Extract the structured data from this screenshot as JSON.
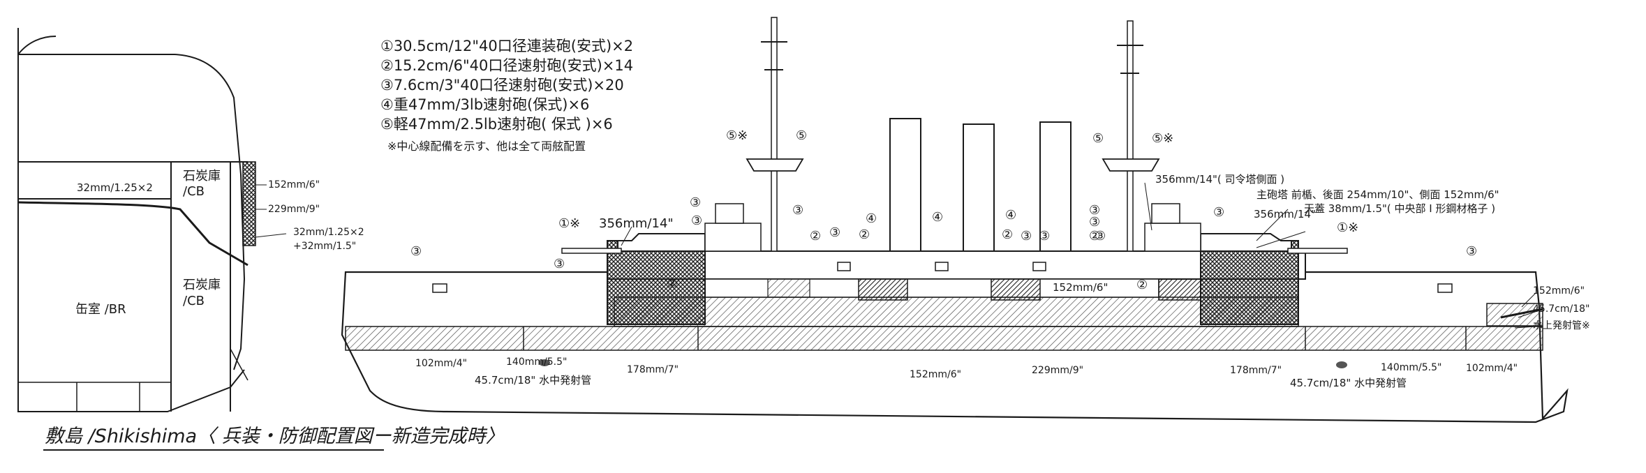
{
  "caption": "敷島 /Shikishima〈 兵装・防御配置図ー新造完成時〉",
  "legend": {
    "items": [
      "①30.5cm/12\"40口径連装砲(安式)×2",
      "②15.2cm/6\"40口径速射砲(安式)×14",
      "③7.6cm/3\"40口径速射砲(安式)×20",
      "④重47mm/3lb速射砲(保式)×6",
      "⑤軽47mm/2.5lb速射砲( 保式 )×6"
    ],
    "note": "※中心線配備を示す、他は全て両舷配置"
  },
  "section": {
    "deck_armor": "32mm/1.25×2",
    "coal_upper": [
      "石炭庫",
      "/CB"
    ],
    "coal_lower": [
      "石炭庫",
      "/CB"
    ],
    "boiler_room": "缶室 /BR",
    "belt_152": "152mm/6\"",
    "belt_229": "229mm/9\"",
    "slope_a": "32mm/1.25×2",
    "slope_b": "+32mm/1.5\""
  },
  "armament": {
    "gun1_fwd": "①※",
    "gun1_aft": "①※",
    "gun2": "②",
    "gun3": "③",
    "gun4": "④",
    "gun5": "⑤",
    "gun5_star": "⑤※"
  },
  "armor": {
    "barbette_fwd": "356mm/14\"",
    "barbette_aft": "356mm/14\"",
    "conning_side": "356mm/14\"( 司令塔側面 )",
    "turret_line1": "主砲塔 前楯、後面 254mm/10\"、側面 152mm/6\"",
    "turret_line2": "天蓋 38mm/1.5\"( 中央部 I 形鋼材格子 )",
    "casemate": "152mm/6\"",
    "belt_bow": "102mm/4\"",
    "belt_fwd": "140mm/5.5\"",
    "belt_fwd2": "178mm/7\"",
    "belt_mid": "152mm/6\"",
    "belt_main": "229mm/9\"",
    "belt_aft2": "178mm/7\"",
    "belt_aft": "140mm/5.5\"",
    "belt_stern": "102mm/4\"",
    "stern_upper": "152mm/6\"",
    "stern_tube_armor": "45.7cm/18\"",
    "stern_tube": "水上発射管※"
  },
  "torpedo": {
    "fwd": "45.7cm/18\" 水中発射管",
    "aft": "45.7cm/18\" 水中発射管"
  }
}
